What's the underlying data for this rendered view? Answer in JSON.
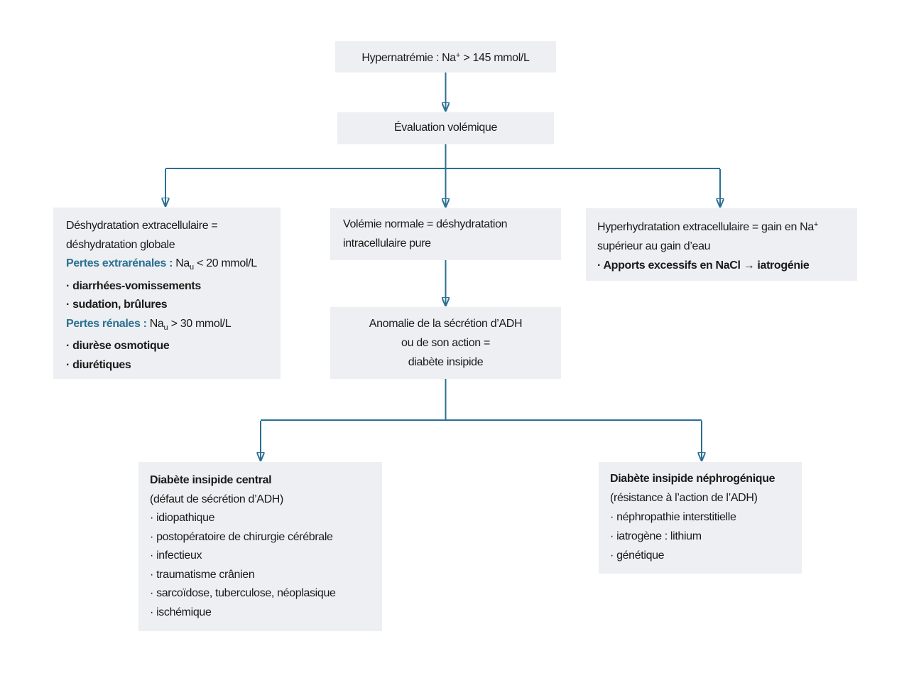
{
  "figure": {
    "description": "Arbre diagnostique de l'hypernatrémie",
    "colors": {
      "accent": "#2b7093",
      "node_bg": "#edeff2",
      "text": "#1a1a1a"
    },
    "nodes": {
      "root": {
        "lines": [
          [
            {
              "t": "Hypernatrémie : Na"
            },
            {
              "t": "+",
              "sup": 1
            },
            {
              "t": " > 145 mmol/L"
            }
          ]
        ]
      },
      "eval": {
        "lines": [
          [
            {
              "t": "Évaluation volémique"
            }
          ]
        ]
      },
      "hypovolemia": {
        "lines": [
          [
            {
              "t": "Déshydratation extracellulaire ="
            }
          ],
          [
            {
              "t": "déshydratation globale"
            }
          ],
          [
            {
              "t": "Pertes extrarénales : ",
              "accent": 1
            },
            {
              "t": "Na"
            },
            {
              "t": "u",
              "sub": 1
            },
            {
              "t": " < 20 mmol/L"
            }
          ],
          [
            {
              "t": "· diarrhées-vomissements",
              "b": 1
            }
          ],
          [
            {
              "t": "· sudation, brûlures",
              "b": 1
            }
          ],
          [
            {
              "t": "Pertes rénales : ",
              "accent": 1
            },
            {
              "t": "Na"
            },
            {
              "t": "u",
              "sub": 1
            },
            {
              "t": " > 30 mmol/L"
            }
          ],
          [
            {
              "t": "· diurèse osmotique",
              "b": 1
            }
          ],
          [
            {
              "t": "· diurétiques",
              "b": 1
            }
          ]
        ]
      },
      "normovolemia": {
        "lines": [
          [
            {
              "t": "Volémie normale = déshydratation"
            }
          ],
          [
            {
              "t": "intracellulaire pure"
            }
          ]
        ]
      },
      "hypervolemia": {
        "lines": [
          [
            {
              "t": "Hyperhydratation extracellulaire = gain en Na"
            },
            {
              "t": "+",
              "sup": 1
            }
          ],
          [
            {
              "t": "supérieur au gain d’eau"
            }
          ],
          [
            {
              "t": "· Apports excessifs en NaCl → iatrogénie",
              "b": 1
            }
          ]
        ]
      },
      "adh_anomaly": {
        "lines": [
          [
            {
              "t": "Anomalie de la sécrétion d’ADH"
            }
          ],
          [
            {
              "t": "ou de son action ="
            }
          ],
          [
            {
              "t": "diabète insipide"
            }
          ]
        ]
      },
      "central_di": {
        "lines": [
          [
            {
              "t": "Diabète insipide central",
              "b": 1
            }
          ],
          [
            {
              "t": "(défaut de sécrétion d’ADH)"
            }
          ],
          [
            {
              "t": "· idiopathique"
            }
          ],
          [
            {
              "t": "· postopératoire de chirurgie cérébrale"
            }
          ],
          [
            {
              "t": "· infectieux"
            }
          ],
          [
            {
              "t": "· traumatisme crânien"
            }
          ],
          [
            {
              "t": "· sarcoïdose, tuberculose, néoplasique"
            }
          ],
          [
            {
              "t": "· ischémique"
            }
          ]
        ]
      },
      "nephrogenic_di": {
        "lines": [
          [
            {
              "t": "Diabète insipide néphrogénique",
              "b": 1
            }
          ],
          [
            {
              "t": "(résistance à l’action de l’ADH)"
            }
          ],
          [
            {
              "t": "· néphropathie interstitielle"
            }
          ],
          [
            {
              "t": "· iatrogène : lithium"
            }
          ],
          [
            {
              "t": "· génétique"
            }
          ]
        ]
      }
    }
  }
}
